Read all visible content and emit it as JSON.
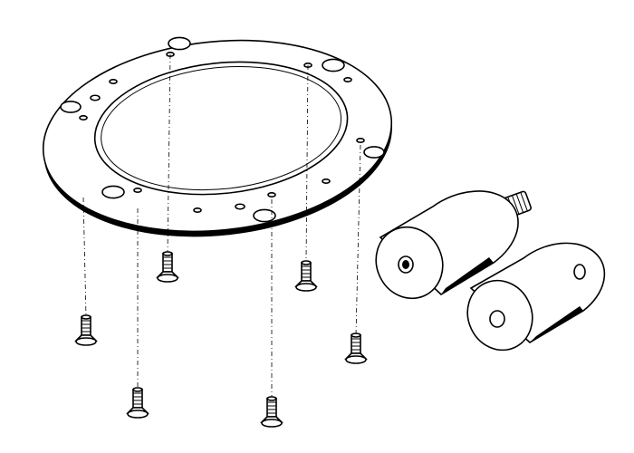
{
  "colors": {
    "line": "#000000",
    "background": "#ffffff",
    "shade": "#000000"
  },
  "parts": {
    "ring": "mounting-ring",
    "screws": 6,
    "cylinders": 2,
    "set_screw": 1
  }
}
